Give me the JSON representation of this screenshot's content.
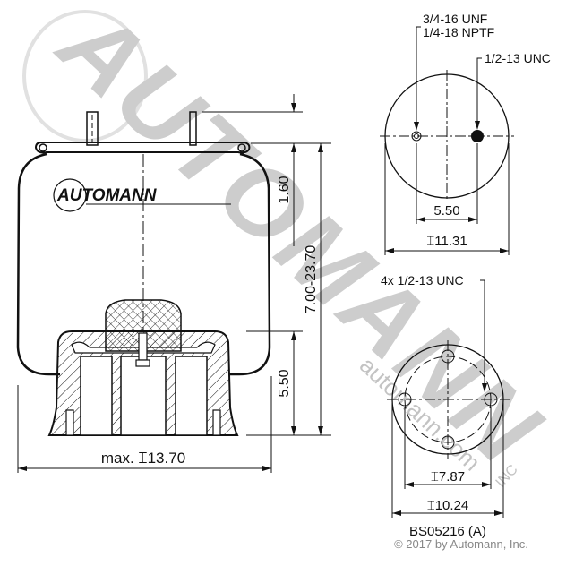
{
  "watermark": {
    "brand": "AUTOMANN",
    "site": "automann.com",
    "suffix": "INC",
    "color": "#c8c8c8"
  },
  "logo": {
    "text": "AUTOMANN"
  },
  "dimensions": {
    "top_height": "1.60",
    "height_range": "7.00-23.70",
    "piston_height": "5.50",
    "max_diameter": "max. ⌶13.70",
    "top_hole_spacing": "5.50",
    "top_plate_diameter": "⌶11.31",
    "bolt_circle": "⌶7.87",
    "piston_diameter": "⌶10.24"
  },
  "callouts": {
    "air_fitting_line1": "3/4-16 UNF",
    "air_fitting_line2": "1/4-18 NPTF",
    "top_stud": "1/2-13 UNC",
    "bottom_holes": "4x 1/2-13 UNC"
  },
  "part_number": "BS05216 (A)",
  "copyright": "© 2017 by Automann, Inc."
}
